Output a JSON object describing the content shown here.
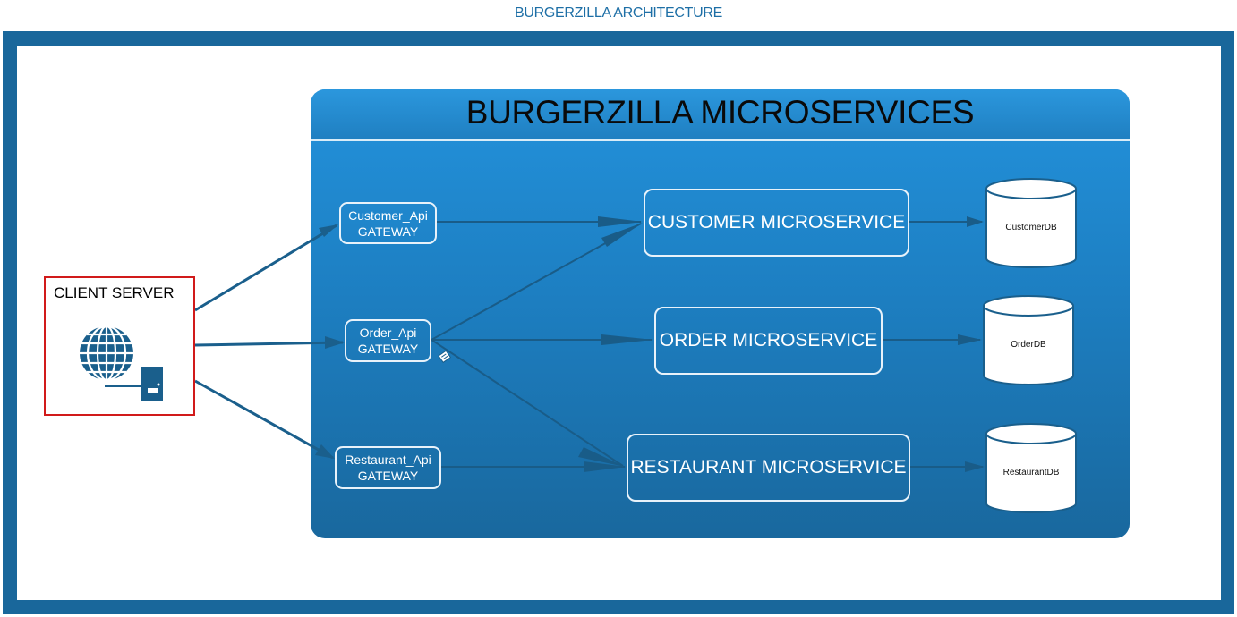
{
  "page_title": "BURGERZILLA ARCHITECTURE",
  "panel": {
    "title": "BURGERZILLA MICROSERVICES"
  },
  "client": {
    "label": "CLIENT SERVER"
  },
  "gateways": [
    {
      "line1": "Customer_Api",
      "line2": "GATEWAY"
    },
    {
      "line1": "Order_Api",
      "line2": "GATEWAY"
    },
    {
      "line1": "Restaurant_Api",
      "line2": "GATEWAY"
    }
  ],
  "microservices": [
    {
      "label": "CUSTOMER MICROSERVICE"
    },
    {
      "label": "ORDER MICROSERVICE"
    },
    {
      "label": "RESTAURANT MICROSERVICE"
    }
  ],
  "databases": [
    {
      "label": "CustomerDB"
    },
    {
      "label": "OrderDB"
    },
    {
      "label": "RestaurantDB"
    }
  ],
  "colors": {
    "frame": "#19679b",
    "panel": "#1d7fc2",
    "arrow": "#1a5f8c",
    "client_border": "#d11a1a",
    "title": "#1e6fa6"
  }
}
